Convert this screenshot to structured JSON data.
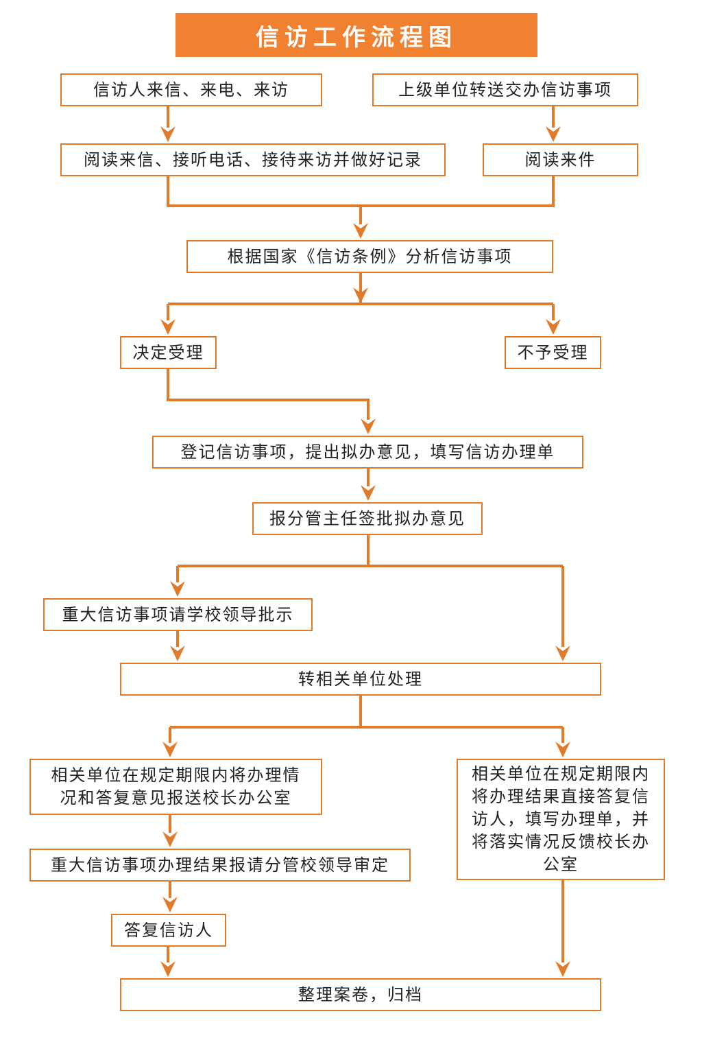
{
  "title": "信访工作流程图",
  "steps": {
    "incoming_public": "信访人来信、来电、来访",
    "incoming_superior": "上级单位转送交办信访事项",
    "read_record": "阅读来信、接听电话、接待来访并做好记录",
    "read_documents": "阅读来件",
    "analyze": "根据国家《信访条例》分析信访事项",
    "accept": "决定受理",
    "reject": "不予受理",
    "register": "登记信访事项，提出拟办意见，填写信访办理单",
    "approval": "报分管主任签批拟办意见",
    "major_instruction": "重大信访事项请学校领导批示",
    "transfer": "转相关单位处理",
    "report_office": "相关单位在规定期限内将办理情况和答复意见报送校长办公室",
    "direct_reply": "相关单位在规定期限内将办理结果直接答复信访人，填写办理单，并将落实情况反馈校长办公室",
    "major_review": "重大信访事项办理结果报请分管校领导审定",
    "reply_petitioner": "答复信访人",
    "archive": "整理案卷，归档"
  },
  "colors": {
    "accent": "#ef8130",
    "line": "#e07b2c"
  }
}
